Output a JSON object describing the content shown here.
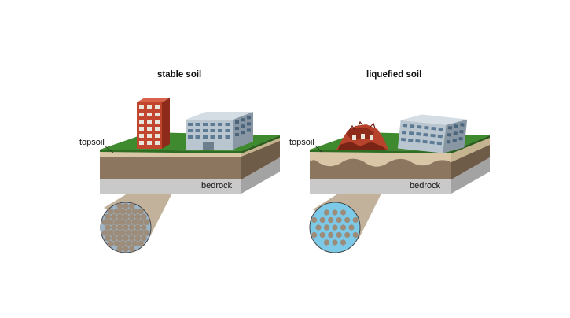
{
  "panels": [
    {
      "title": "stable soil",
      "topsoil_label": "topsoil",
      "bedrock_label": "bedrock"
    },
    {
      "title": "liquefied soil",
      "topsoil_label": "topsoil",
      "bedrock_label": "bedrock"
    }
  ],
  "colors": {
    "grass_top": "#3f8a2e",
    "grass_front": "#2f6e22",
    "soil_front": "#8c7660",
    "soil_side": "#6f5c48",
    "topsoil_band": "#d8c6a6",
    "bedrock_front": "#c9c9c9",
    "bedrock_side": "#a3a3a3",
    "brick": "#c2452d",
    "brick_dark": "#8e2b1b",
    "concrete": "#b9c6d0",
    "concrete_dark": "#8897a3",
    "window": "#5d7b95",
    "grain": "#9c8c79",
    "pore_water": "#7cc9e8",
    "pore_dry": "#9cb4c6",
    "cone": "#b8a589"
  }
}
